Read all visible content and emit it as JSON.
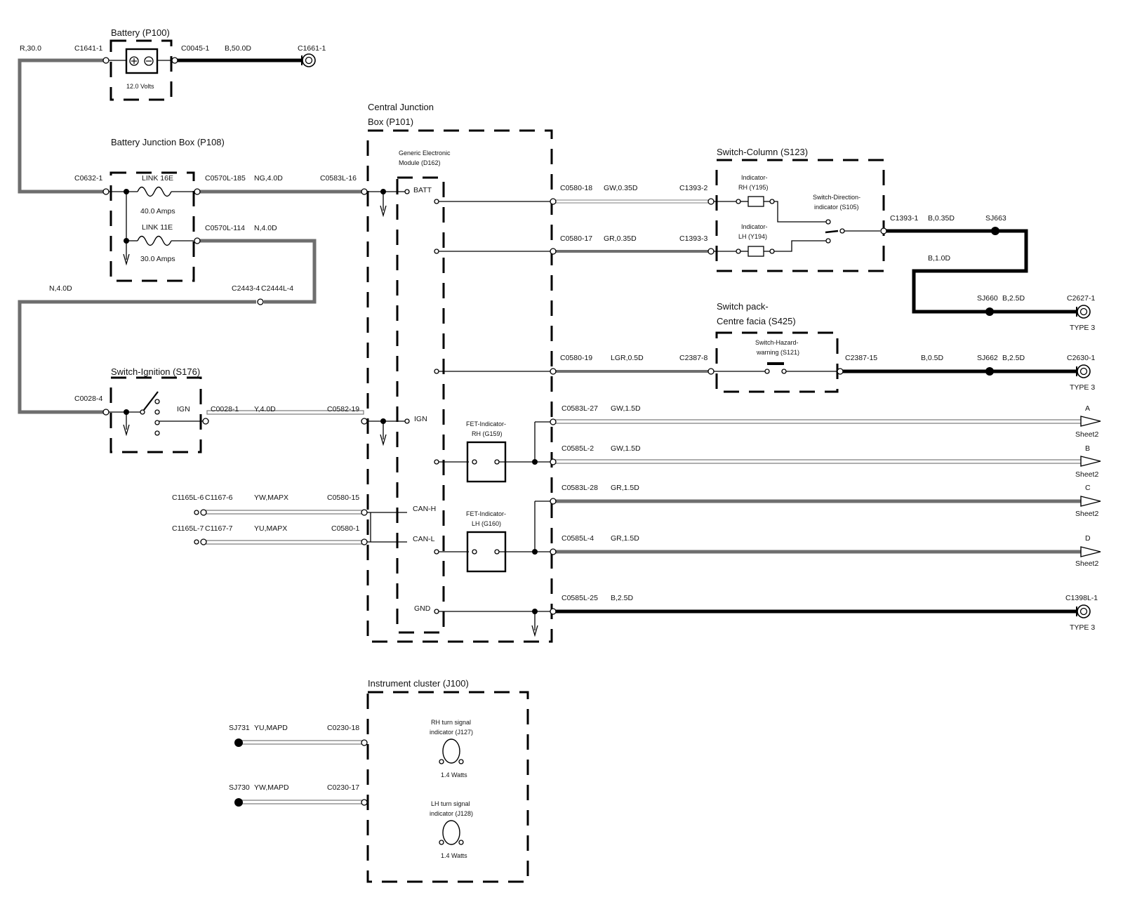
{
  "wire_colors": {
    "gray": "#6e6e6e",
    "black": "#000000",
    "white_wire_edge": "#777777"
  },
  "titles": {
    "battery": "Battery (P100)",
    "battery_volts": "12.0 Volts",
    "bjb": "Battery Junction Box (P108)",
    "cjb_line1": "Central Junction",
    "cjb_line2": "Box (P101)",
    "gem_line1": "Generic Electronic",
    "gem_line2": "Module (D162)",
    "switch_column": "Switch-Column (S123)",
    "switch_pack_line1": "Switch pack-",
    "switch_pack_line2": "Centre facia (S425)",
    "switch_ignition": "Switch-Ignition (S176)",
    "instrument_cluster": "Instrument cluster (J100)"
  },
  "fuses": {
    "link16_name": "LINK 16E",
    "link16_rating": "40.0 Amps",
    "link11_name": "LINK 11E",
    "link11_rating": "30.0 Amps"
  },
  "components": {
    "ind_rh_1": "Indicator-",
    "ind_rh_2": "RH (Y195)",
    "ind_lh_1": "Indicator-",
    "ind_lh_2": "LH (Y194)",
    "sw_dir_1": "Switch-Direction-",
    "sw_dir_2": "indicator (S105)",
    "sw_haz_1": "Switch-Hazard-",
    "sw_haz_2": "warning (S121)",
    "fet_rh_1": "FET-Indicator-",
    "fet_rh_2": "RH (G159)",
    "fet_lh_1": "FET-Indicator-",
    "fet_lh_2": "LH (G160)",
    "rh_lamp_1": "RH turn signal",
    "rh_lamp_2": "indicator (J127)",
    "rh_lamp_w": "1.4 Watts",
    "lh_lamp_1": "LH turn signal",
    "lh_lamp_2": "indicator (J128)",
    "lh_lamp_w": "1.4 Watts"
  },
  "pins": {
    "batt": "BATT",
    "ign": "IGN",
    "ign_switch": "IGN",
    "can_h": "CAN-H",
    "can_l": "CAN-L",
    "gnd": "GND"
  },
  "connectors": {
    "c1641_1": "C1641-1",
    "c0045_1": "C0045-1",
    "c1661_1": "C1661-1",
    "c0632_1": "C0632-1",
    "c0570l_185": "C0570L-185",
    "c0583l_16": "C0583L-16",
    "c0570l_114": "C0570L-114",
    "c2443_4": "C2443-4",
    "c2444l_4": "C2444L-4",
    "c0028_4": "C0028-4",
    "c0028_1": "C0028-1",
    "c0582_19": "C0582-19",
    "c1165l_6": "C1165L-6",
    "c1167_6": "C1167-6",
    "c0580_15": "C0580-15",
    "c1165l_7": "C1165L-7",
    "c1167_7": "C1167-7",
    "c0580_1": "C0580-1",
    "c0580_18": "C0580-18",
    "c1393_2": "C1393-2",
    "c0580_17": "C0580-17",
    "c1393_3": "C1393-3",
    "c1393_1": "C1393-1",
    "sj663": "SJ663",
    "sj660": "SJ660",
    "c2627_1": "C2627-1",
    "c0580_19": "C0580-19",
    "c2387_8": "C2387-8",
    "c2387_15": "C2387-15",
    "sj662": "SJ662",
    "c2630_1": "C2630-1",
    "c0583l_27": "C0583L-27",
    "c0585l_2": "C0585L-2",
    "c0583l_28": "C0583L-28",
    "c0585l_4": "C0585L-4",
    "c0585l_25": "C0585L-25",
    "c1398l_1": "C1398L-1",
    "sj731": "SJ731",
    "c0230_18": "C0230-18",
    "sj730": "SJ730",
    "c0230_17": "C0230-17",
    "type3_a": "TYPE 3",
    "type3_b": "TYPE 3",
    "type3_c": "TYPE 3"
  },
  "wires": {
    "r_30": "R,30.0",
    "b_50": "B,50.0D",
    "ng_4": "NG,4.0D",
    "n_4_top": "N,4.0D",
    "n_4_left": "N,4.0D",
    "y_4": "Y,4.0D",
    "yw_mapx": "YW,MAPX",
    "yu_mapx": "YU,MAPX",
    "gw_035": "GW,0.35D",
    "gr_035": "GR,0.35D",
    "b_035": "B,0.35D",
    "b_10": "B,1.0D",
    "b_25_a": "B,2.5D",
    "lgr_05": "LGR,0.5D",
    "b_05": "B,0.5D",
    "b_25_b": "B,2.5D",
    "gw_15_a": "GW,1.5D",
    "gw_15_b": "GW,1.5D",
    "gr_15_a": "GR,1.5D",
    "gr_15_b": "GR,1.5D",
    "b_25_c": "B,2.5D",
    "yu_mapd": "YU,MAPD",
    "yw_mapd": "YW,MAPD"
  },
  "arrows": {
    "a_letter": "A",
    "a_sheet": "Sheet2",
    "b_letter": "B",
    "b_sheet": "Sheet2",
    "c_letter": "C",
    "c_sheet": "Sheet2",
    "d_letter": "D",
    "d_sheet": "Sheet2"
  }
}
